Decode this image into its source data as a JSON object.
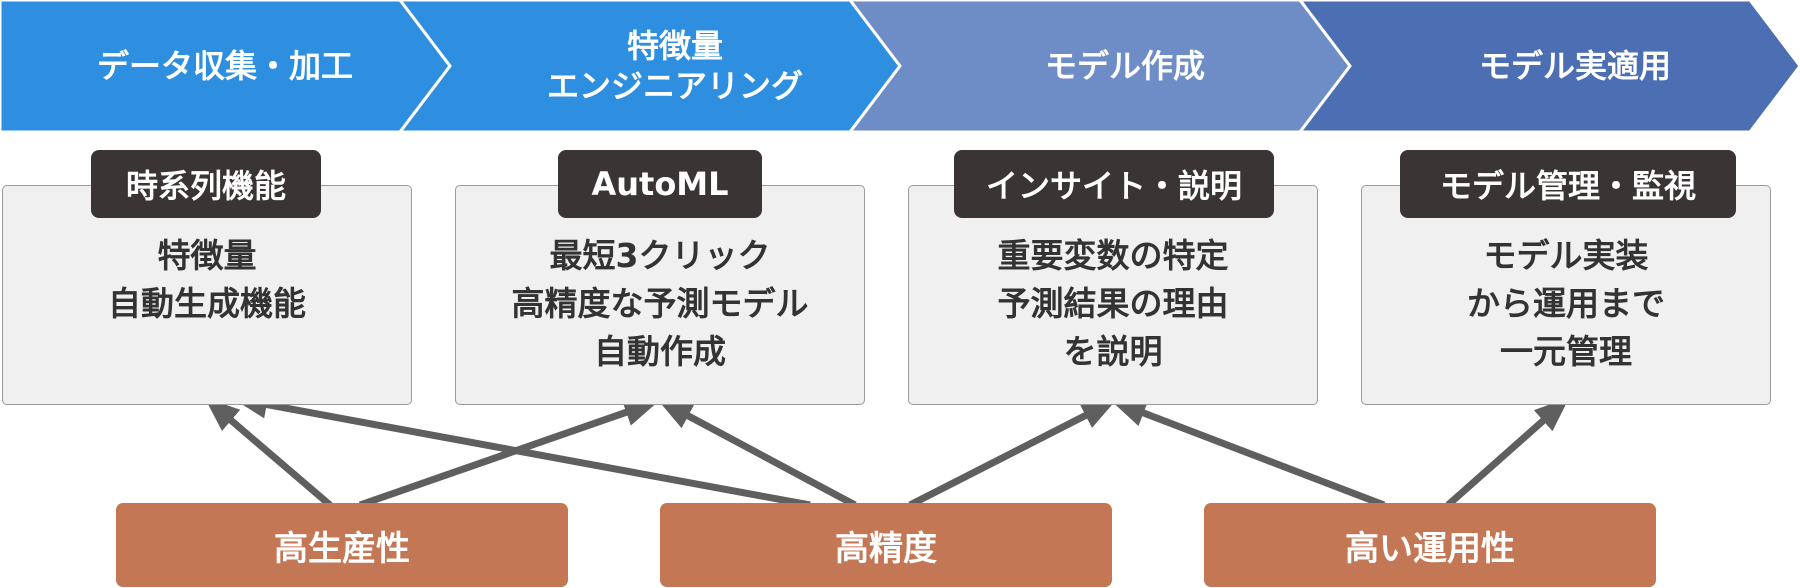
{
  "steps": [
    {
      "lines": [
        "データ収集・加工"
      ],
      "color": "#2e8fe0"
    },
    {
      "lines": [
        "特徴量",
        "エンジニアリング"
      ],
      "color": "#2e8fe0"
    },
    {
      "lines": [
        "モデル作成"
      ],
      "color": "#6e8dc6"
    },
    {
      "lines": [
        "モデル実適用"
      ],
      "color": "#4c6eb3"
    }
  ],
  "cards": [
    {
      "title": "時系列機能",
      "body": [
        "特徴量",
        "自動生成機能"
      ]
    },
    {
      "title": "AutoML",
      "body": [
        "最短3クリック",
        "高精度な予測モデル",
        "自動作成"
      ]
    },
    {
      "title": "インサイト・説明",
      "body": [
        "重要変数の特定",
        "予測結果の理由",
        "を説明"
      ]
    },
    {
      "title": "モデル管理・監視",
      "body": [
        "モデル実装",
        "から運用まで",
        "一元管理"
      ]
    }
  ],
  "benefits": [
    "高生産性",
    "高精度",
    "高い運用性"
  ],
  "colors": {
    "step_blue": "#2e8fe0",
    "step_grey_blue": "#6e8dc6",
    "step_dark_blue": "#4c6eb3",
    "card_title_bg": "#3a3534",
    "card_bg": "#f0f0f0",
    "badge_bg": "#c47755",
    "arrow": "#5f5f5f"
  }
}
